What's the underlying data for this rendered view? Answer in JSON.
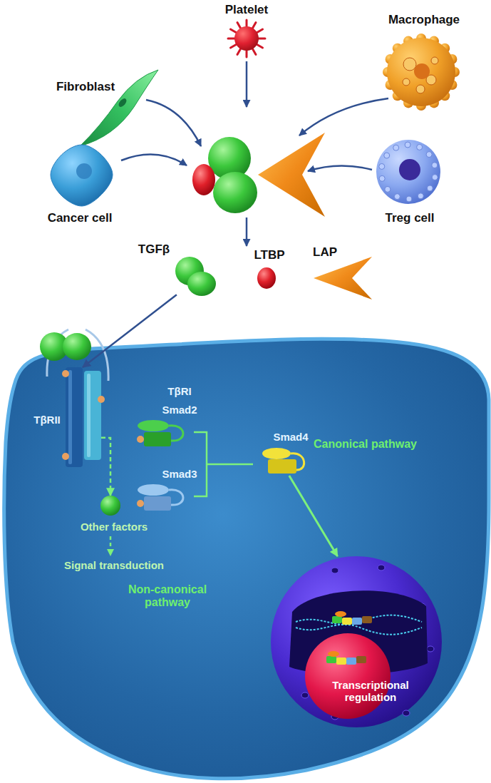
{
  "diagram": {
    "nodes": [
      {
        "text": [
          "Fibroblast"
        ]
      },
      {
        "text": [
          "Platelet"
        ]
      },
      {
        "text": [
          "Macrophage"
        ]
      },
      {
        "text": [
          "Cancer cell"
        ]
      },
      {
        "text": [
          "Treg cell"
        ]
      },
      {
        "text": [
          "TGFβ"
        ]
      },
      {
        "text": [
          "LTBP"
        ]
      },
      {
        "text": [
          "LAP"
        ]
      },
      {
        "text": [
          "TβRII"
        ]
      },
      {
        "text": [
          "TβRI"
        ]
      },
      {
        "text": [
          "Smad2"
        ]
      },
      {
        "text": [
          "Smad3"
        ]
      },
      {
        "text": [
          "Smad4"
        ]
      },
      {
        "text": [
          "Other factors"
        ]
      },
      {
        "text": [
          "Transcriptional regulation"
        ]
      }
    ],
    "edges": [
      {
        "from": 5,
        "to": 8,
        "arrow": "to"
      },
      {
        "from": 9,
        "to": 13,
        "arrow": "to"
      },
      {
        "from": 12,
        "to": 14,
        "arrow": "to"
      }
    ],
    "labels": [
      "Signal transduction",
      "Canonical pathway",
      "Non-canonical pathway"
    ]
  }
}
